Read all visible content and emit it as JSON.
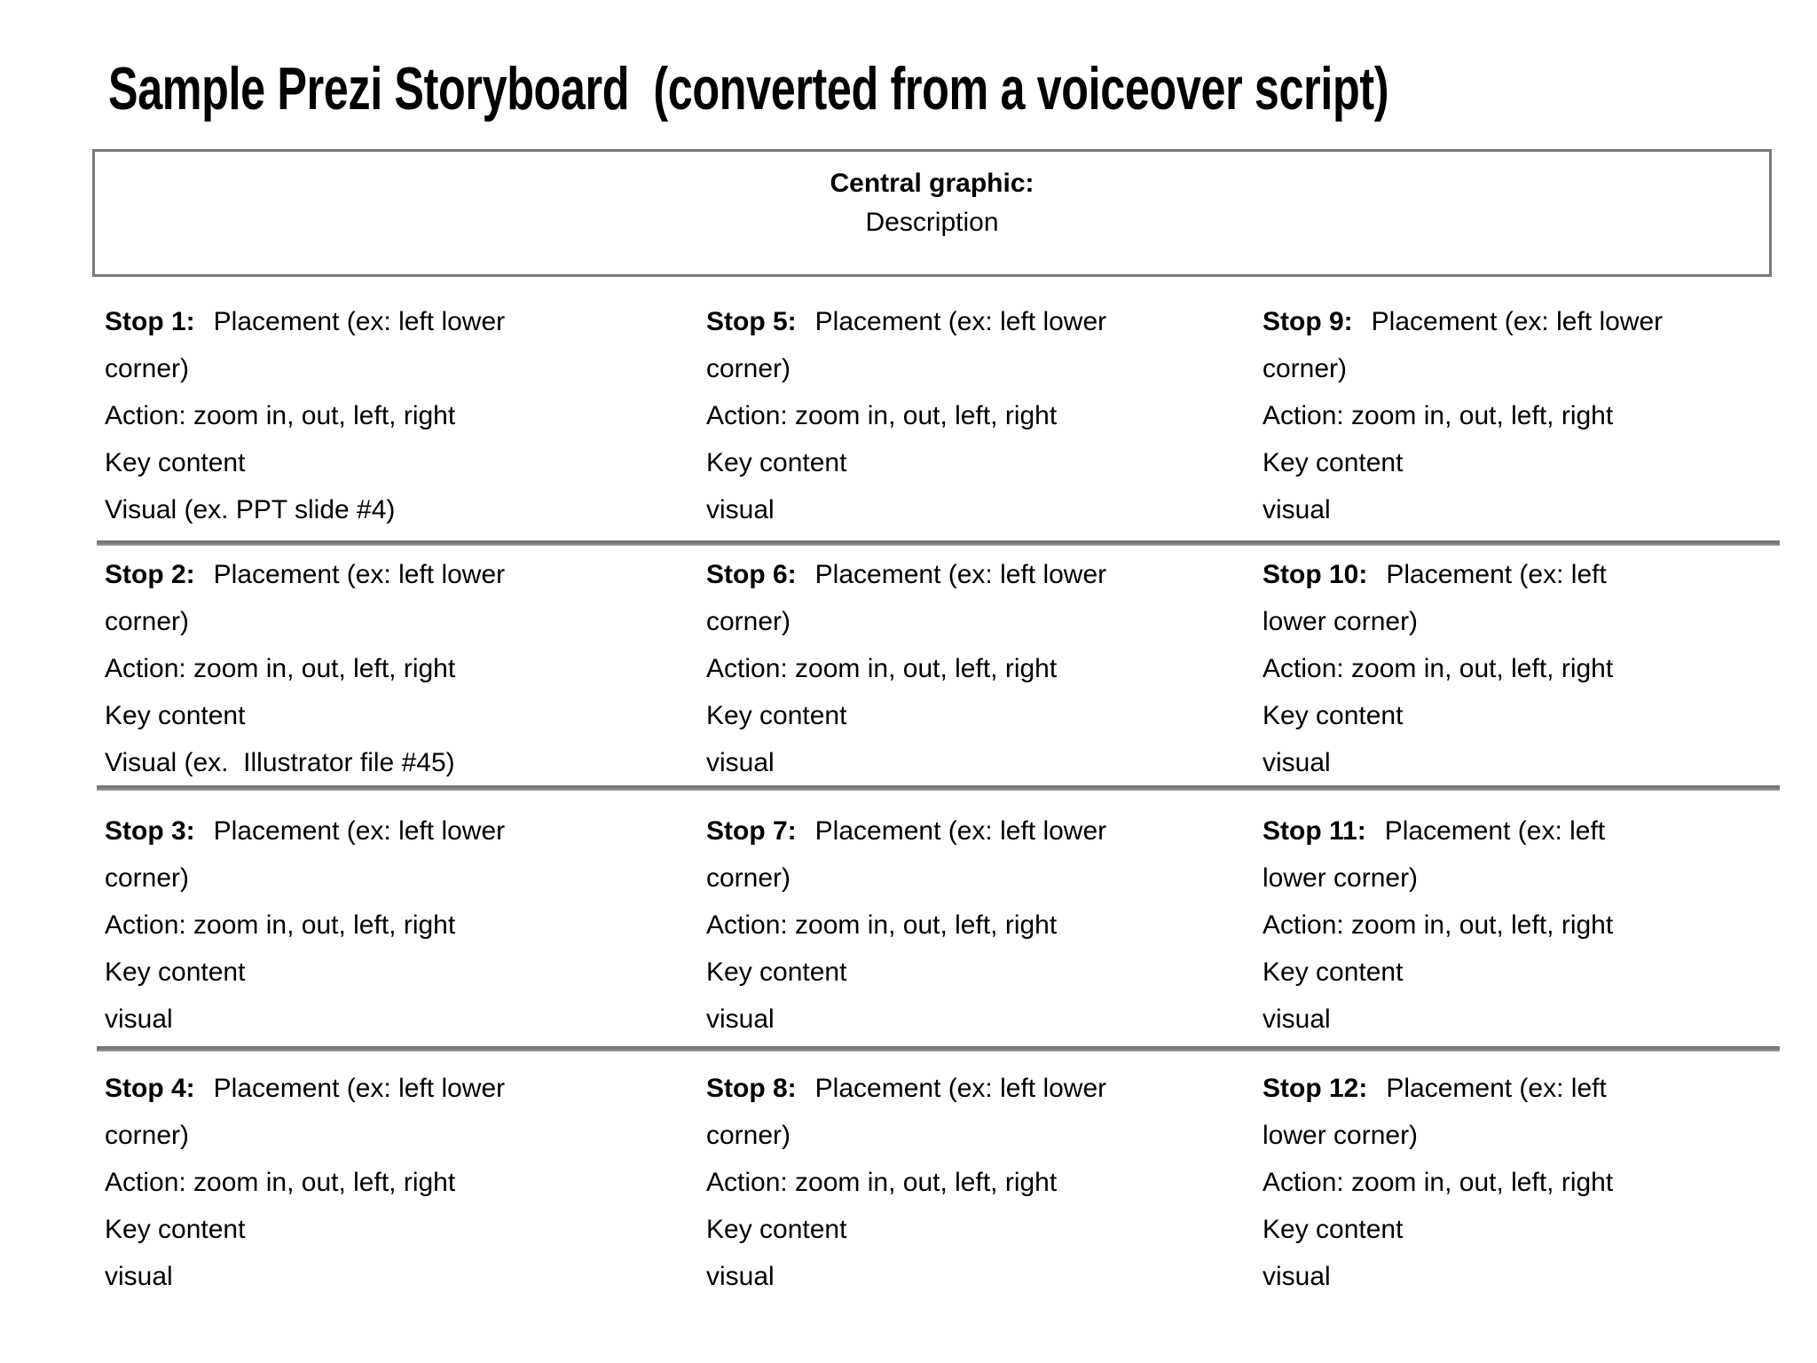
{
  "title": "Sample Prezi Storyboard  (converted from a voiceover script)",
  "central_box": {
    "heading": "Central graphic:",
    "description": "Description"
  },
  "colors": {
    "text": "#000000",
    "divider": "#7d7d7d",
    "box_border": "#7a7a7a",
    "background": "#ffffff"
  },
  "stops": [
    {
      "label": "Stop 1:",
      "placement1": "Placement (ex: left lower",
      "placement2": "corner)",
      "action": "Action: zoom in, out, left, right",
      "key_content": "Key content",
      "visual": "Visual (ex. PPT slide #4)"
    },
    {
      "label": "Stop 2:",
      "placement1": "Placement (ex: left lower",
      "placement2": "corner)",
      "action": "Action: zoom in, out, left, right",
      "key_content": "Key content",
      "visual": "Visual (ex.  Illustrator file #45)"
    },
    {
      "label": "Stop 3:",
      "placement1": "Placement (ex: left lower",
      "placement2": "corner)",
      "action": "Action: zoom in, out, left, right",
      "key_content": "Key content",
      "visual": "visual"
    },
    {
      "label": "Stop 4:",
      "placement1": "Placement (ex: left lower",
      "placement2": "corner)",
      "action": "Action: zoom in, out, left, right",
      "key_content": "Key content",
      "visual": "visual"
    },
    {
      "label": "Stop 5:",
      "placement1": "Placement (ex: left lower",
      "placement2": "corner)",
      "action": "Action: zoom in, out, left, right",
      "key_content": "Key content",
      "visual": "visual"
    },
    {
      "label": "Stop 6:",
      "placement1": "Placement (ex: left lower",
      "placement2": "corner)",
      "action": "Action: zoom in, out, left, right",
      "key_content": "Key content",
      "visual": "visual"
    },
    {
      "label": "Stop 7:",
      "placement1": "Placement (ex: left lower",
      "placement2": "corner)",
      "action": "Action: zoom in, out, left, right",
      "key_content": "Key content",
      "visual": "visual"
    },
    {
      "label": "Stop 8:",
      "placement1": "Placement (ex: left lower",
      "placement2": "corner)",
      "action": "Action: zoom in, out, left, right",
      "key_content": "Key content",
      "visual": "visual"
    },
    {
      "label": "Stop 9:",
      "placement1": "Placement (ex: left lower",
      "placement2": "corner)",
      "action": "Action: zoom in, out, left, right",
      "key_content": "Key content",
      "visual": "visual"
    },
    {
      "label": "Stop 10:",
      "placement1": "Placement (ex: left",
      "placement2": "lower corner)",
      "action": "Action: zoom in, out, left, right",
      "key_content": "Key content",
      "visual": "visual"
    },
    {
      "label": "Stop 11:",
      "placement1": "Placement (ex: left",
      "placement2": "lower corner)",
      "action": "Action: zoom in, out, left, right",
      "key_content": "Key content",
      "visual": "visual"
    },
    {
      "label": "Stop 12:",
      "placement1": "Placement (ex: left",
      "placement2": "lower corner)",
      "action": "Action: zoom in, out, left, right",
      "key_content": "Key content",
      "visual": "visual"
    }
  ]
}
